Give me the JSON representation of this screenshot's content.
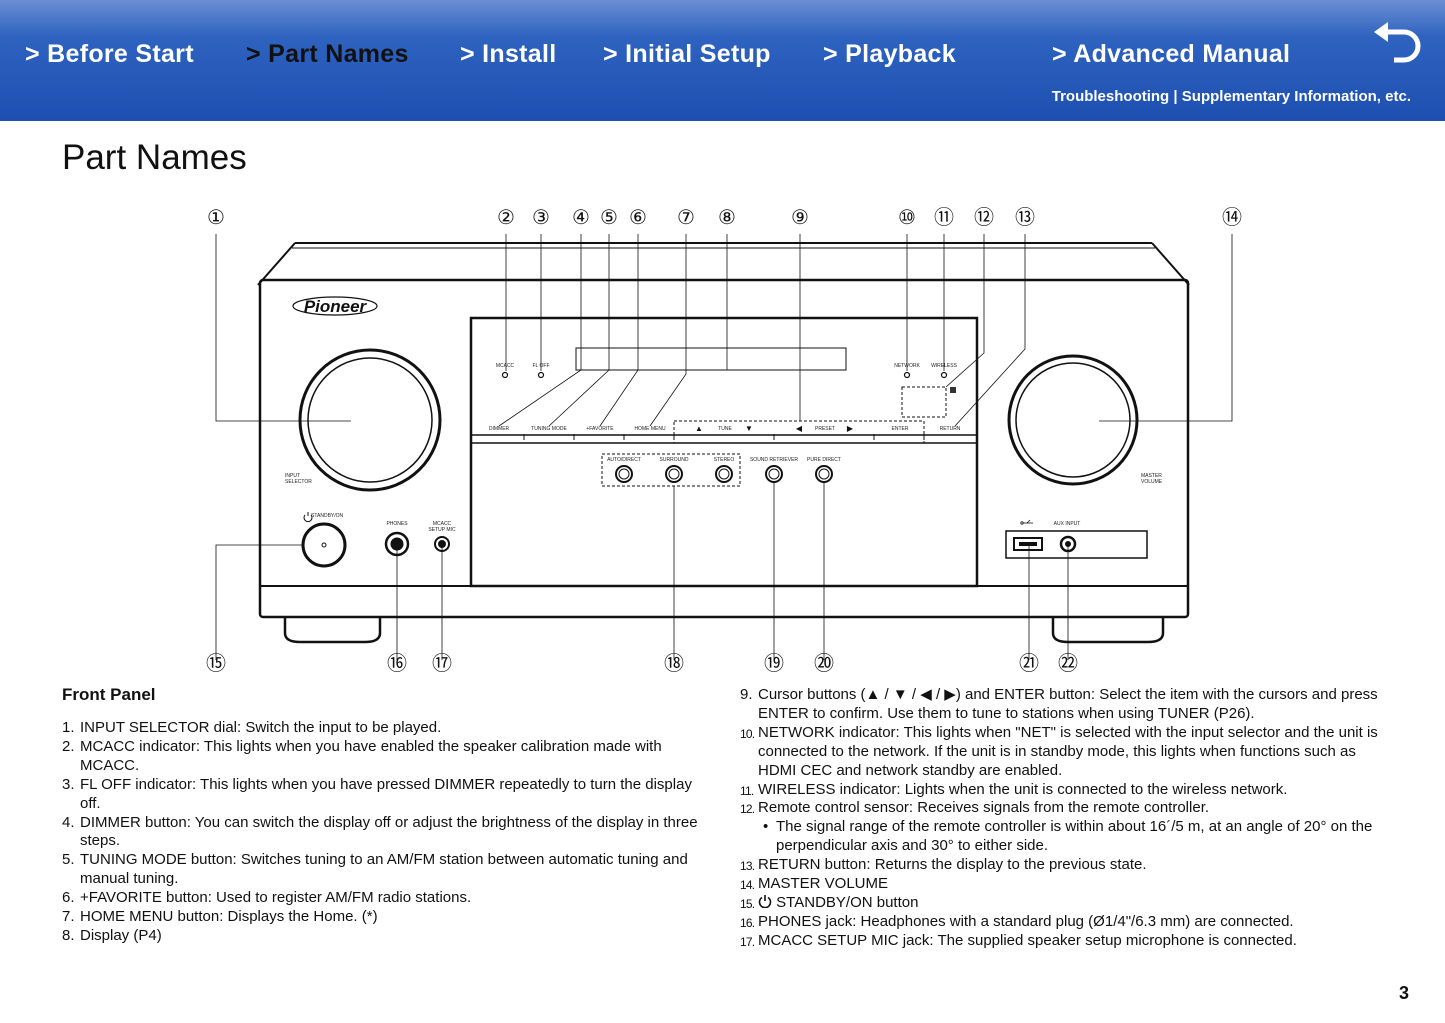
{
  "header": {
    "nav": [
      {
        "label": "> Before Start"
      },
      {
        "label": "> Part Names"
      },
      {
        "label": "> Install"
      },
      {
        "label": "> Initial Setup"
      },
      {
        "label": "> Playback"
      },
      {
        "label": "> Advanced Manual"
      }
    ],
    "sub_links": [
      "Troubleshooting",
      "Supplementary Information, etc."
    ],
    "sub_separator": " | ",
    "back_icon": "return-arrow-icon"
  },
  "page": {
    "title": "Part Names",
    "section_title": "Front Panel",
    "page_number": "3"
  },
  "diagram": {
    "brand": "Pioneer",
    "callouts": [
      "①",
      "②",
      "③",
      "④",
      "⑤",
      "⑥",
      "⑦",
      "⑧",
      "⑨",
      "⑩",
      "⑪",
      "⑫",
      "⑬",
      "⑭",
      "⑮",
      "⑯",
      "⑰",
      "⑱",
      "⑲",
      "⑳",
      "㉑",
      "㉒"
    ],
    "labels": {
      "mcacc": "MCACC",
      "fl_off": "FL OFF",
      "network": "NETWORK",
      "wireless": "WIRELESS",
      "dimmer": "DIMMER",
      "tuning_mode": "TUNING MODE",
      "favorite": "+FAVORITE",
      "home_menu": "HOME MENU",
      "tune": "TUNE",
      "preset": "PRESET",
      "enter": "ENTER",
      "return": "RETURN",
      "auto_direct": "AUTO/DIRECT",
      "surround": "SURROUND",
      "stereo": "STEREO",
      "sound_retriever": "SOUND RETRIEVER",
      "pure_direct": "PURE DIRECT",
      "input_selector_1": "INPUT",
      "input_selector_2": "SELECTOR",
      "master_volume_1": "MASTER",
      "master_volume_2": "VOLUME",
      "standby_on": "STANDBY/ON",
      "phones": "PHONES",
      "mcacc_setup_1": "MCACC",
      "mcacc_setup_2": "SETUP MIC",
      "aux_input": "AUX INPUT"
    }
  },
  "items_left": [
    {
      "num": "1.",
      "text": "INPUT SELECTOR dial: Switch the input to be played."
    },
    {
      "num": "2.",
      "text": "MCACC indicator: This lights when you have enabled the speaker calibration made with MCACC."
    },
    {
      "num": "3.",
      "text": "FL OFF indicator: This lights when you have pressed DIMMER repeatedly to turn the display off."
    },
    {
      "num": "4.",
      "text": "DIMMER button: You can switch the display off or adjust the brightness of the display in three steps."
    },
    {
      "num": "5.",
      "text": "TUNING MODE button: Switches tuning to an AM/FM station between automatic tuning and manual tuning."
    },
    {
      "num": "6.",
      "text": "+FAVORITE button: Used to register AM/FM radio stations."
    },
    {
      "num": "7.",
      "text": "HOME MENU button: Displays the Home. (*)"
    },
    {
      "num": "8.",
      "text": "Display (P4)"
    }
  ],
  "items_right": [
    {
      "num": "9.",
      "text": "Cursor buttons (▲ / ▼ / ◀ / ▶) and ENTER button: Select the item with the cursors and press ENTER to confirm. Use them to tune to stations when using TUNER (P26)."
    },
    {
      "num": "10.",
      "text": "NETWORK indicator: This lights when \"NET\" is selected with the input selector and the unit is connected to the network. If the unit is in standby mode, this lights when functions such as HDMI CEC and network standby are enabled."
    },
    {
      "num": "11.",
      "text": "WIRELESS indicator: Lights when the unit is connected to the wireless network."
    },
    {
      "num": "12.",
      "text": "Remote control sensor: Receives signals from the remote controller."
    },
    {
      "num": "",
      "text": "The signal range of the remote controller is within about 16´/5 m, at an angle of 20° on the perpendicular axis and 30° to either side."
    },
    {
      "num": "13.",
      "text": "RETURN button: Returns the display to the previous state."
    },
    {
      "num": "14.",
      "text": "MASTER VOLUME"
    },
    {
      "num": "15.",
      "text": "STANDBY/ON button"
    },
    {
      "num": "16.",
      "text": "PHONES jack: Headphones with a standard plug (Ø1/4\"/6.3 mm) are connected."
    },
    {
      "num": "17.",
      "text": "MCACC SETUP MIC jack: The supplied speaker setup microphone is connected."
    }
  ]
}
